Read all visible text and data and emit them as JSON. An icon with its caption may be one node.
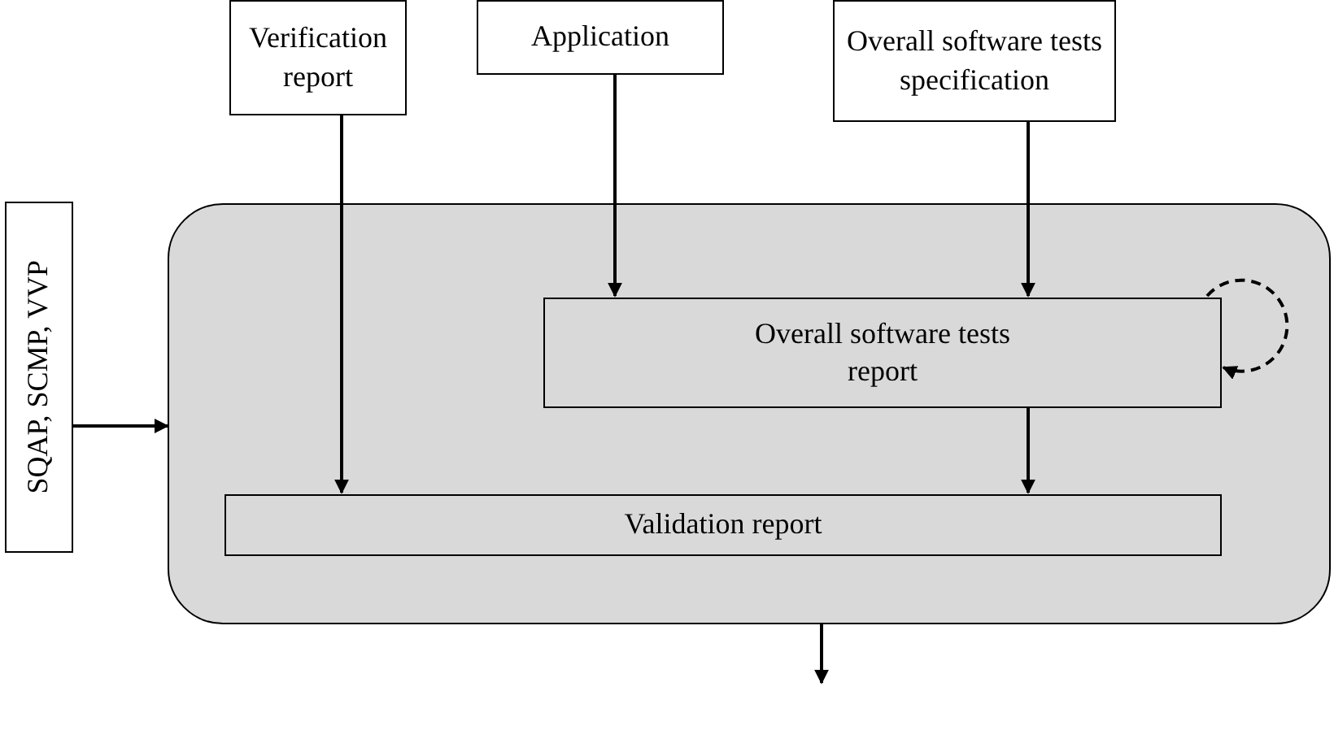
{
  "diagram": {
    "nodes": [
      {
        "text": [
          "Verification report"
        ]
      },
      {
        "text": [
          "Application"
        ]
      },
      {
        "text": [
          "Overall software tests specification"
        ]
      },
      {
        "text": [
          "SQAP, SCMP, VVP"
        ]
      },
      {
        "text": [],
        "shape": "box"
      },
      {
        "text": [
          "Overall software tests report"
        ],
        "in": 4
      },
      {
        "text": [
          "Validation report"
        ],
        "in": 4
      }
    ],
    "edges": [
      {
        "from": 0,
        "to": 6,
        "arrow": "to"
      },
      {
        "from": 1,
        "to": 5,
        "arrow": "to"
      },
      {
        "from": 2,
        "to": 5,
        "arrow": "to"
      },
      {
        "from": 5,
        "to": 5,
        "arrow": "to",
        "style": "dashed"
      },
      {
        "from": 5,
        "to": 6,
        "arrow": "to"
      },
      {
        "from": 3,
        "to": 4,
        "arrow": "to"
      },
      {
        "from": 4,
        "to": null,
        "arrow": "to"
      }
    ]
  }
}
